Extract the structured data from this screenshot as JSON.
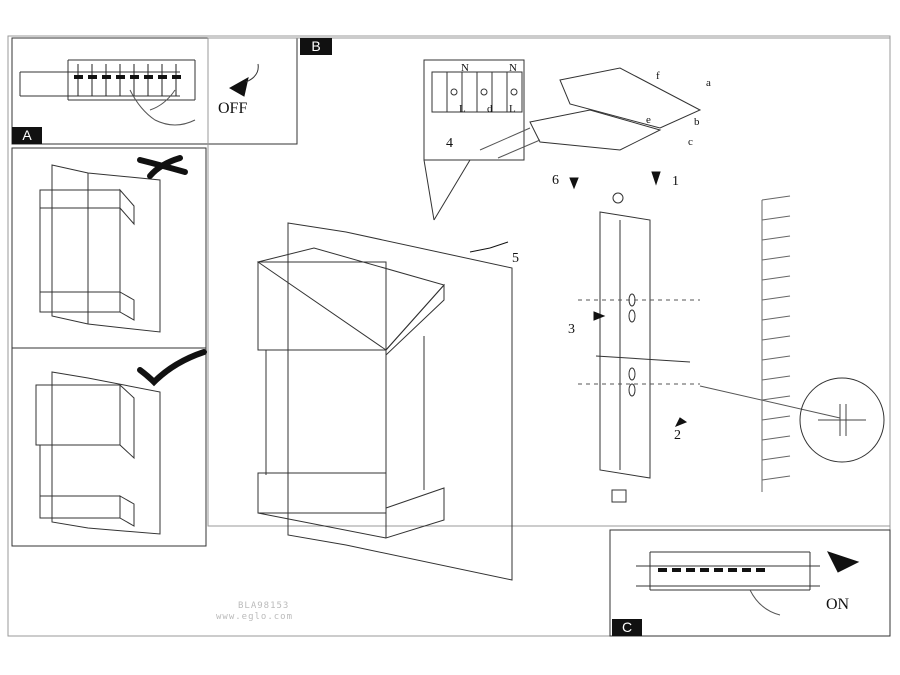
{
  "panels": {
    "A": {
      "badge": "A",
      "state_label": "OFF"
    },
    "B": {
      "badge": "B"
    },
    "C": {
      "badge": "C",
      "state_label": "ON"
    }
  },
  "terminal_labels": {
    "top": [
      "N",
      "N"
    ],
    "bottom": [
      "L",
      "d",
      "L"
    ]
  },
  "part_letters": [
    "a",
    "b",
    "c",
    "e",
    "f"
  ],
  "step_numbers": [
    "1",
    "2",
    "3",
    "4",
    "5",
    "6"
  ],
  "footer": {
    "model_code": "BLA98153",
    "website": "www.eglo.com"
  },
  "marks": {
    "wrong": "wrong-cross-icon",
    "correct": "correct-check-icon"
  }
}
